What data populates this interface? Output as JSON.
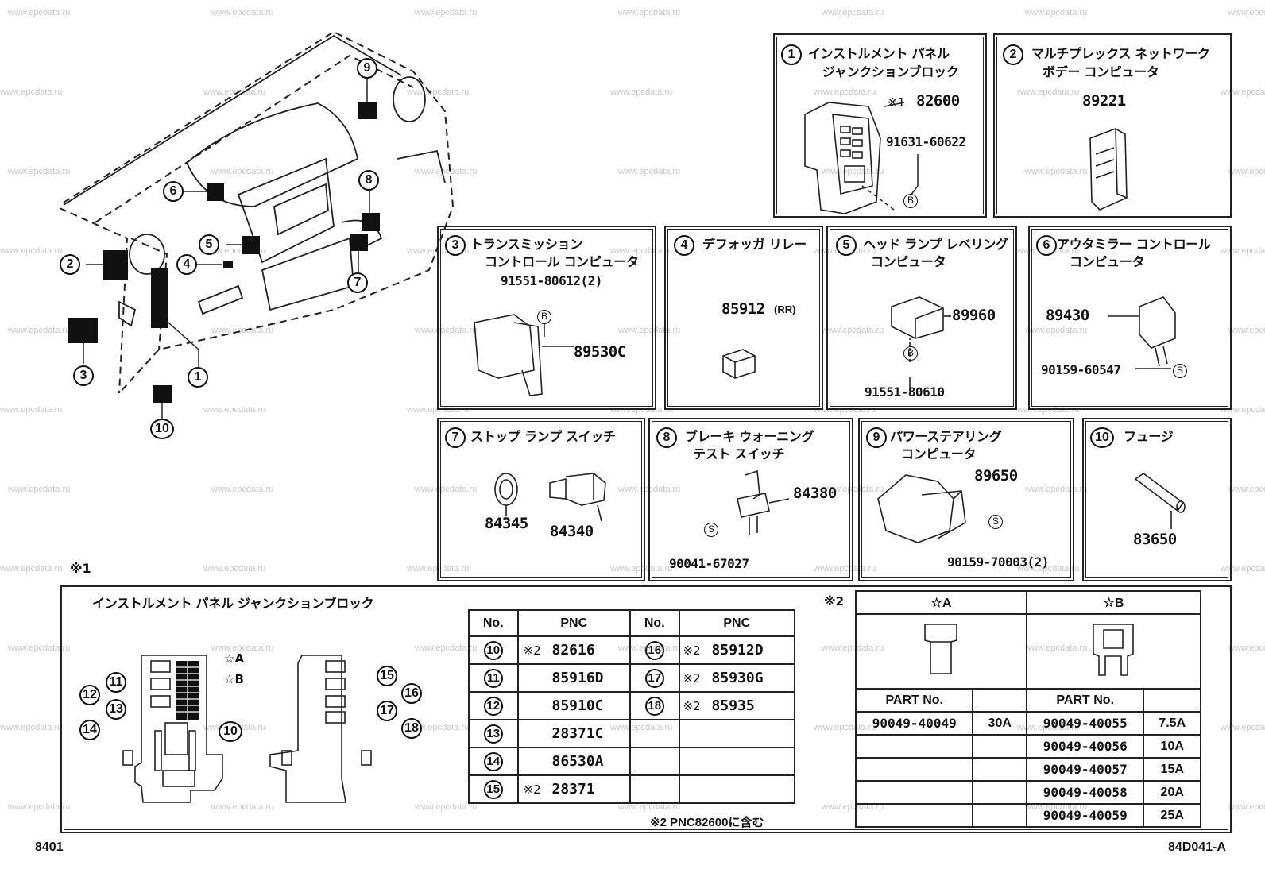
{
  "watermark": "www.epcdata.ru",
  "footer": {
    "left": "8401",
    "right": "84D041-A"
  },
  "callouts": [
    "1",
    "2",
    "3",
    "4",
    "5",
    "6",
    "7",
    "8",
    "9",
    "10"
  ],
  "panels": [
    {
      "num": "1",
      "title1": "インストルメント パネル",
      "title2": "ジャンクションブロック",
      "parts": [
        "82600",
        "91631-60622"
      ],
      "mark": "※1",
      "badge": "B"
    },
    {
      "num": "2",
      "title1": "マルチプレックス ネットワーク",
      "title2": "ボデー コンピュータ",
      "parts": [
        "89221"
      ]
    },
    {
      "num": "3",
      "title1": "トランスミッション",
      "title2": "コントロール コンピュータ",
      "parts": [
        "91551-80612(2)",
        "89530C"
      ],
      "badge": "B"
    },
    {
      "num": "4",
      "title1": "デフォッガ リレー",
      "parts": [
        "85912",
        "(RR)"
      ]
    },
    {
      "num": "5",
      "title1": "ヘッド ランプ レベリング",
      "title2": "コンピュータ",
      "parts": [
        "89960",
        "91551-80610"
      ],
      "badge": "B"
    },
    {
      "num": "6",
      "title1": "アウタミラー コントロール",
      "title2": "コンピュータ",
      "parts": [
        "89430",
        "90159-60547"
      ],
      "badge": "S"
    },
    {
      "num": "7",
      "title1": "ストップ ランプ スイッチ",
      "parts": [
        "84345",
        "84340"
      ]
    },
    {
      "num": "8",
      "title1": "ブレーキ ウォーニング",
      "title2": "テスト スイッチ",
      "parts": [
        "84380",
        "90041-67027"
      ],
      "badge": "S"
    },
    {
      "num": "9",
      "title1": "パワーステアリング",
      "title2": "コンピュータ",
      "parts": [
        "89650",
        "90159-70003(2)"
      ],
      "badge": "S"
    },
    {
      "num": "10",
      "title1": "フュージ",
      "parts": [
        "83650"
      ]
    }
  ],
  "jb": {
    "mark": "※1",
    "title": "インストルメント パネル ジャンクションブロック",
    "star_a": "☆A",
    "star_b": "☆B",
    "callouts": [
      "11",
      "12",
      "13",
      "14",
      "10",
      "15",
      "16",
      "17",
      "18"
    ]
  },
  "pnc_table": {
    "headers": [
      "No.",
      "PNC",
      "No.",
      "PNC"
    ],
    "rows": [
      {
        "no": "10",
        "mark": "※2",
        "pnc": "82616",
        "no2": "16",
        "mark2": "※2",
        "pnc2": "85912D"
      },
      {
        "no": "11",
        "mark": "",
        "pnc": "85916D",
        "no2": "17",
        "mark2": "※2",
        "pnc2": "85930G"
      },
      {
        "no": "12",
        "mark": "",
        "pnc": "85910C",
        "no2": "18",
        "mark2": "※2",
        "pnc2": "85935"
      },
      {
        "no": "13",
        "mark": "",
        "pnc": "28371C",
        "no2": "",
        "mark2": "",
        "pnc2": ""
      },
      {
        "no": "14",
        "mark": "",
        "pnc": "86530A",
        "no2": "",
        "mark2": "",
        "pnc2": ""
      },
      {
        "no": "15",
        "mark": "※2",
        "pnc": "28371",
        "no2": "",
        "mark2": "",
        "pnc2": ""
      }
    ],
    "note": "※2 PNC82600に含む"
  },
  "fuse_table": {
    "mark": "※2",
    "col_a": "☆A",
    "col_b": "☆B",
    "part_header": "PART No.",
    "a_rows": [
      {
        "part": "90049-40049",
        "amp": "30A"
      }
    ],
    "b_rows": [
      {
        "part": "90049-40055",
        "amp": "7.5A"
      },
      {
        "part": "90049-40056",
        "amp": "10A"
      },
      {
        "part": "90049-40057",
        "amp": "15A"
      },
      {
        "part": "90049-40058",
        "amp": "20A"
      },
      {
        "part": "90049-40059",
        "amp": "25A"
      }
    ]
  }
}
